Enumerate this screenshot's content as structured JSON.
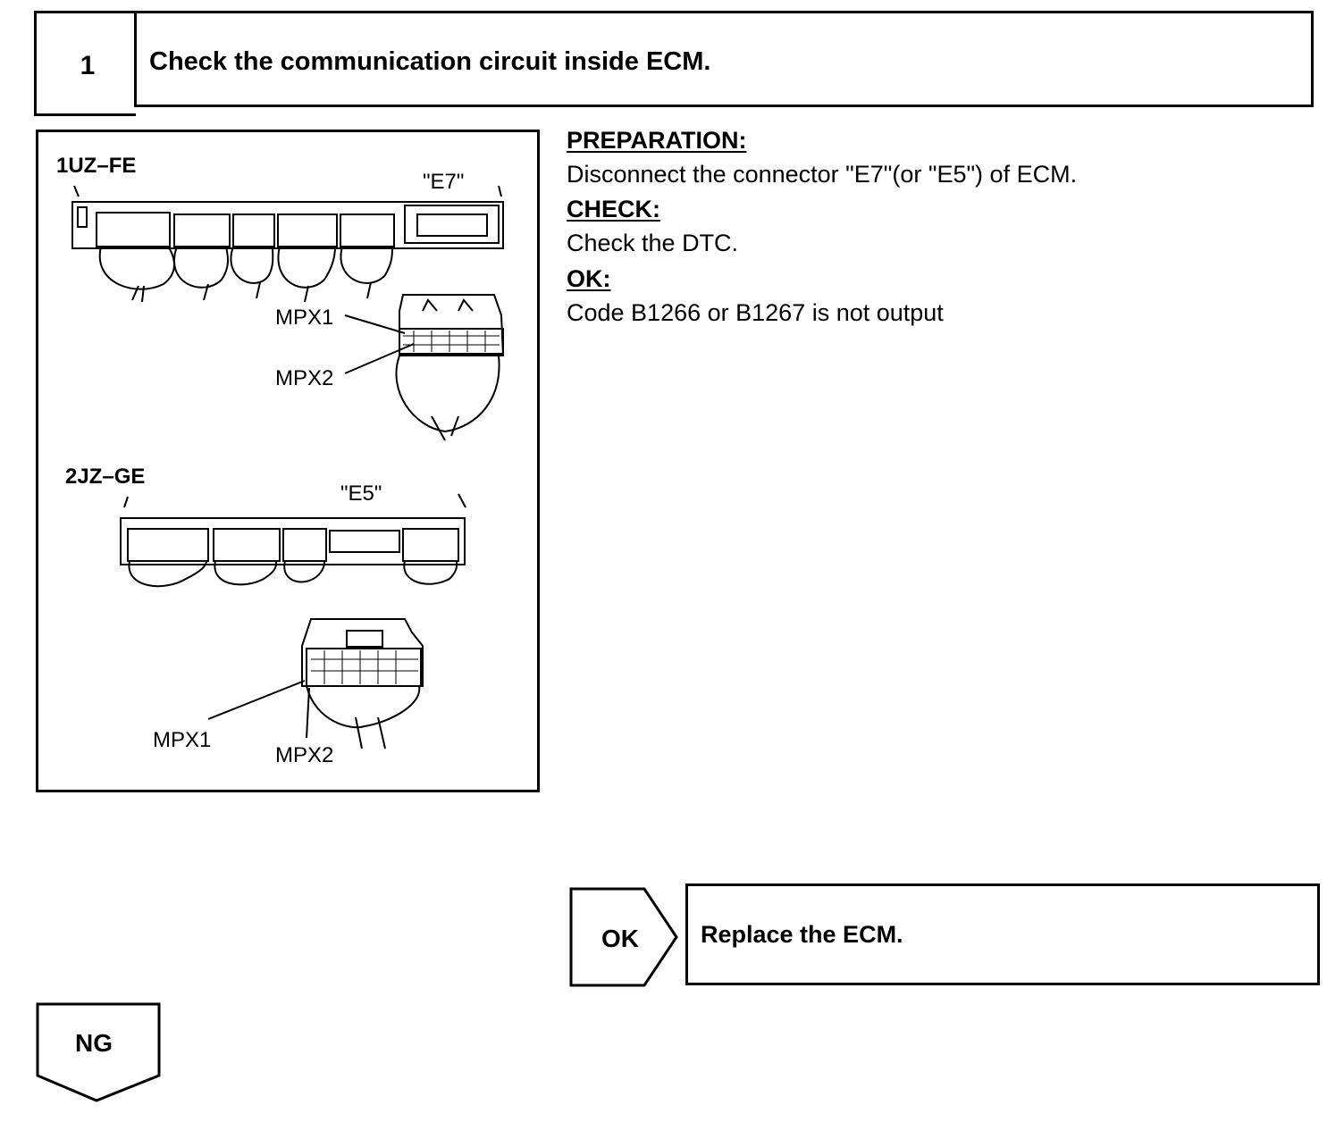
{
  "step": {
    "number": "1",
    "title": "Check the communication circuit inside ECM."
  },
  "figure": {
    "engine_a": "1UZ–FE",
    "connector_a": "\"E7\"",
    "engine_b": "2JZ–GE",
    "connector_b": "\"E5\"",
    "mpx1": "MPX1",
    "mpx2": "MPX2"
  },
  "procedure": {
    "preparation_heading": "PREPARATION:",
    "preparation_text": "Disconnect the connector \"E7\"(or \"E5\") of ECM.",
    "check_heading": "CHECK:",
    "check_text": "Check the DTC.",
    "ok_heading": "OK:",
    "ok_text": "Code B1266 or B1267 is not output"
  },
  "result_ok": {
    "tag": "OK",
    "action": "Replace the ECM."
  },
  "result_ng": {
    "tag": "NG"
  }
}
